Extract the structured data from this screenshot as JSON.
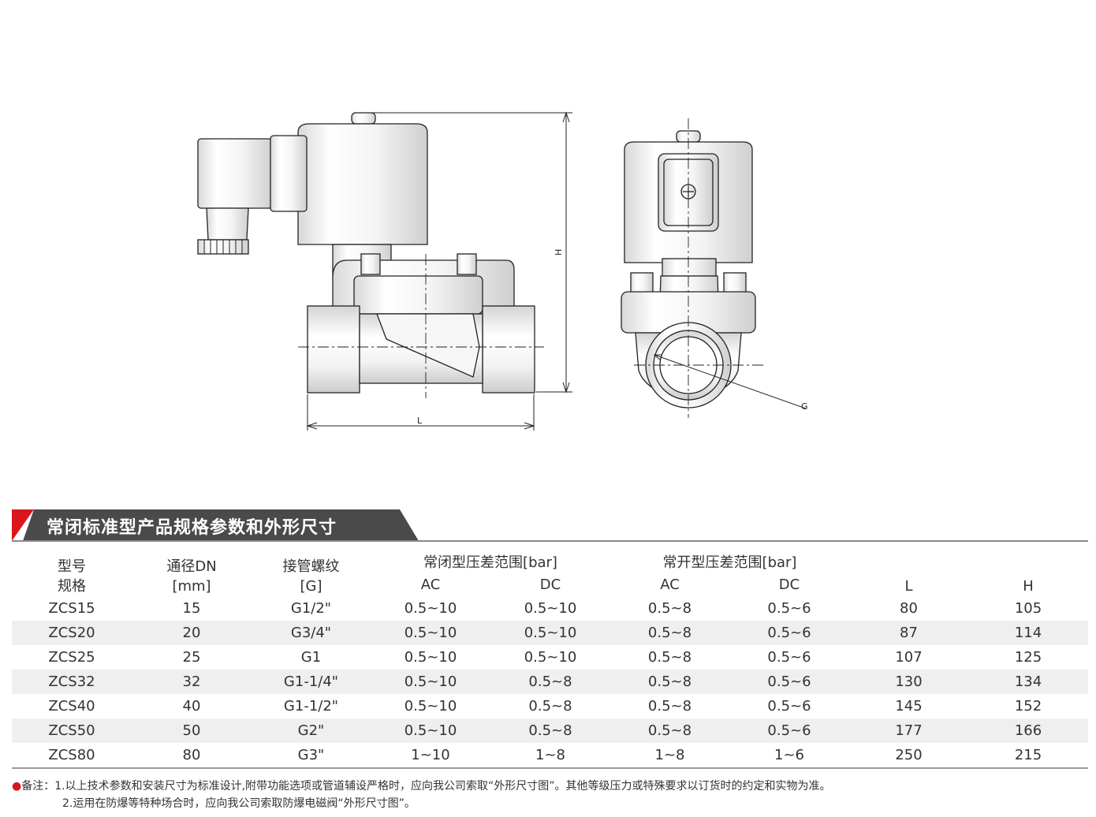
{
  "drawing": {
    "dim_labels": {
      "H": "H",
      "L": "L",
      "G": "G"
    }
  },
  "section": {
    "title": "常闭标准型产品规格参数和外形尺寸"
  },
  "table": {
    "header": {
      "model_line1": "型号",
      "model_line2": "规格",
      "dn_line1": "通径DN",
      "dn_line2": "[mm]",
      "thread_line1": "接管螺纹",
      "thread_line2": "[G]",
      "nc_range": "常闭型压差范围[bar]",
      "no_range": "常开型压差范围[bar]",
      "ac": "AC",
      "dc": "DC",
      "L": "L",
      "H": "H"
    },
    "rows": [
      [
        "ZCS15",
        "15",
        "G1/2\"",
        "0.5~10",
        "0.5~10",
        "0.5~8",
        "0.5~6",
        "80",
        "105"
      ],
      [
        "ZCS20",
        "20",
        "G3/4\"",
        "0.5~10",
        "0.5~10",
        "0.5~8",
        "0.5~6",
        "87",
        "114"
      ],
      [
        "ZCS25",
        "25",
        "G1",
        "0.5~10",
        "0.5~10",
        "0.5~8",
        "0.5~6",
        "107",
        "125"
      ],
      [
        "ZCS32",
        "32",
        "G1-1/4\"",
        "0.5~10",
        "0.5~8",
        "0.5~8",
        "0.5~6",
        "130",
        "134"
      ],
      [
        "ZCS40",
        "40",
        "G1-1/2\"",
        "0.5~10",
        "0.5~8",
        "0.5~8",
        "0.5~6",
        "145",
        "152"
      ],
      [
        "ZCS50",
        "50",
        "G2\"",
        "0.5~10",
        "0.5~8",
        "0.5~8",
        "0.5~6",
        "177",
        "166"
      ],
      [
        "ZCS80",
        "80",
        "G3\"",
        "1~10",
        "1~8",
        "1~8",
        "1~6",
        "250",
        "215"
      ]
    ]
  },
  "notes": {
    "bullet": "●",
    "prefix": "备注：",
    "line1": "1.以上技术参数和安装尺寸为标准设计,附带功能选项或管道辅设严格时，应向我公司索取“外形尺寸图”。其他等级压力或特殊要求以订货时的约定和实物为准。",
    "line2": "2.运用在防爆等特种场合时，应向我公司索取防爆电磁阀“外形尺寸图”。"
  }
}
